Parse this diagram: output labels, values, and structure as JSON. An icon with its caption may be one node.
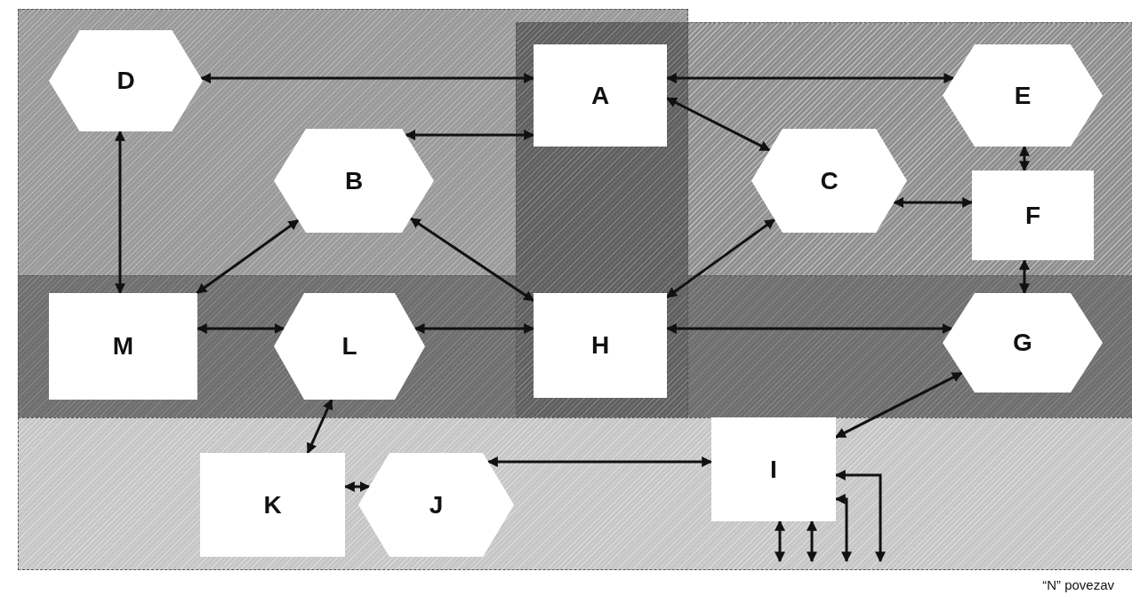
{
  "diagram": {
    "nodes": [
      {
        "text": [
          "D"
        ]
      },
      {
        "text": [
          "A"
        ]
      },
      {
        "text": [
          "E"
        ]
      },
      {
        "text": [
          "B"
        ]
      },
      {
        "text": [
          "C"
        ]
      },
      {
        "text": [
          "F"
        ]
      },
      {
        "text": [
          "M"
        ]
      },
      {
        "text": [
          "L"
        ]
      },
      {
        "text": [
          "H"
        ]
      },
      {
        "text": [
          "G"
        ]
      },
      {
        "text": [
          "I"
        ]
      },
      {
        "text": [
          "K"
        ]
      },
      {
        "text": [
          "J"
        ]
      }
    ],
    "edges": [
      {
        "from": 0,
        "to": 1,
        "arrow": "both"
      },
      {
        "from": 1,
        "to": 2,
        "arrow": "both"
      },
      {
        "from": 1,
        "to": 3,
        "arrow": "both"
      },
      {
        "from": 1,
        "to": 4,
        "arrow": "both"
      },
      {
        "from": 0,
        "to": 6,
        "arrow": "both"
      },
      {
        "from": 3,
        "to": 6,
        "arrow": "both"
      },
      {
        "from": 3,
        "to": 8,
        "arrow": "both"
      },
      {
        "from": 4,
        "to": 8,
        "arrow": "both"
      },
      {
        "from": 4,
        "to": 5,
        "arrow": "both"
      },
      {
        "from": 2,
        "to": 5,
        "arrow": "both"
      },
      {
        "from": 5,
        "to": 9,
        "arrow": "both"
      },
      {
        "from": 6,
        "to": 7,
        "arrow": "both"
      },
      {
        "from": 7,
        "to": 8,
        "arrow": "both"
      },
      {
        "from": 8,
        "to": 9,
        "arrow": "both"
      },
      {
        "from": 9,
        "to": 10,
        "arrow": "both"
      },
      {
        "from": 7,
        "to": 11,
        "arrow": "both"
      },
      {
        "from": 11,
        "to": 12,
        "arrow": "both"
      },
      {
        "from": 12,
        "to": 10,
        "arrow": "both"
      },
      {
        "from": 10,
        "to": null,
        "arrow": "both"
      },
      {
        "from": 10,
        "to": null,
        "arrow": "both"
      },
      {
        "from": 10,
        "to": null,
        "arrow": "both"
      },
      {
        "from": 10,
        "to": null,
        "arrow": "both"
      }
    ],
    "labels": [
      "“N” povezav"
    ]
  }
}
